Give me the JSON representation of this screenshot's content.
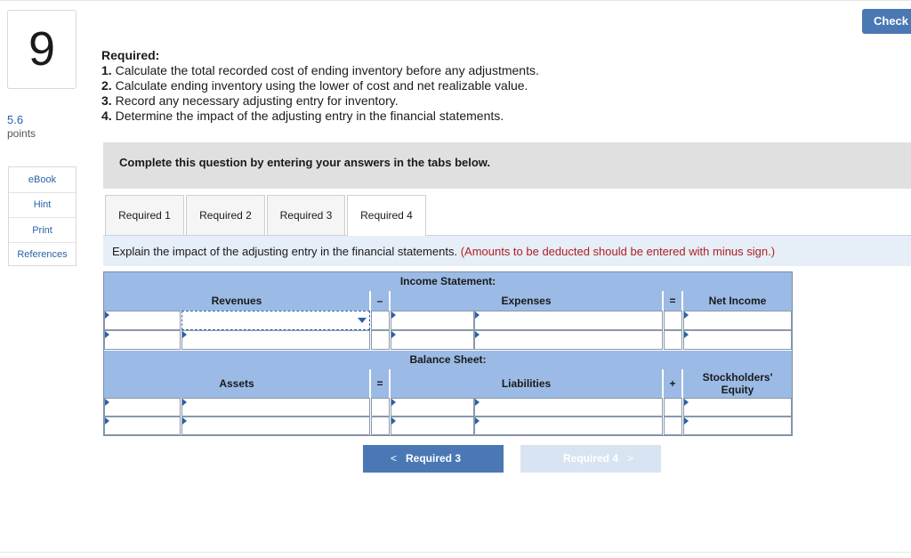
{
  "question": {
    "number": "9",
    "points_value": "5.6",
    "points_label": "points"
  },
  "side_menu": [
    "eBook",
    "Hint",
    "Print",
    "References"
  ],
  "check_button": "Check",
  "required": {
    "title": "Required:",
    "items": [
      {
        "num": "1.",
        "text": "Calculate the total recorded cost of ending inventory before any adjustments."
      },
      {
        "num": "2.",
        "text": "Calculate ending inventory using the lower of cost and net realizable value."
      },
      {
        "num": "3.",
        "text": "Record any necessary adjusting entry for inventory."
      },
      {
        "num": "4.",
        "text": "Determine the impact of the adjusting entry in the financial statements."
      }
    ]
  },
  "instruction": "Complete this question by entering your answers in the tabs below.",
  "tabs": [
    "Required 1",
    "Required 2",
    "Required 3",
    "Required 4"
  ],
  "active_tab": "Required 4",
  "explain": {
    "text": "Explain the impact of the adjusting entry in the financial statements.",
    "note": "(Amounts to be deducted should be entered with minus sign.)"
  },
  "table": {
    "income_title": "Income Statement:",
    "income_headers": {
      "revenues": "Revenues",
      "minus": "–",
      "expenses": "Expenses",
      "equals": "=",
      "net_income": "Net Income"
    },
    "balance_title": "Balance Sheet:",
    "balance_headers": {
      "assets": "Assets",
      "equals": "=",
      "liabilities": "Liabilities",
      "plus": "+",
      "equity": "Stockholders' Equity"
    }
  },
  "nav": {
    "prev": "Required 3",
    "next": "Required 4"
  },
  "colors": {
    "accent": "#4a78b5",
    "header_fill": "#9bbbe6",
    "note_red": "#b02020",
    "link_blue": "#2a62a8"
  }
}
